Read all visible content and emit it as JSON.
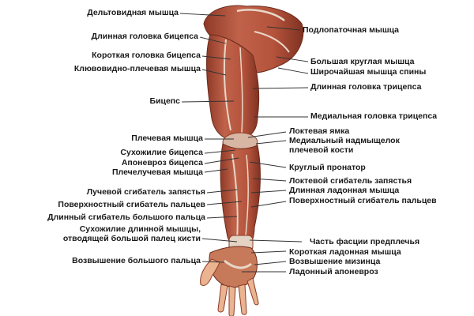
{
  "diagram": {
    "left_labels": [
      "Дельтовидная мышца",
      "Длинная головка бицепса",
      "Короткая головка бицепса",
      "Клювовидно-плечевая мышца",
      "Бицепс",
      "Плечевая мышца",
      "Сухожилие бицепса",
      "Апоневроз бицепса",
      "Плечелучевая мышца",
      "Лучевой сгибатель запястья",
      "Поверхностный сгибатель пальцев",
      "Длинный сгибатель большого пальца",
      "Сухожилие длинной мышцы,",
      "отводящей большой палец кисти",
      "Возвышение большого пальца"
    ],
    "right_labels": [
      "Подлопаточная мышца",
      "Большая круглая мышца",
      "Широчайшая мышца спины",
      "Длинная головка трицепса",
      "Медиальная головка трицепса",
      "Локтевая ямка",
      "Медиальный надмыщелок",
      "плечевой кости",
      "Круглый пронатор",
      "Локтевой сгибатель запястья",
      "Длинная ладонная мышца",
      "Поверхностный сгибатель пальцев",
      "Часть фасции предплечья",
      "Короткая ладонная мышца",
      "Возвышение мизинца",
      "Ладонный апоневроз"
    ],
    "colors": {
      "muscle": "#b5533c",
      "muscle_dark": "#8e3a28",
      "tendon": "#e8d8c8",
      "skin": "#e9b48f",
      "leader": "#333333"
    }
  }
}
